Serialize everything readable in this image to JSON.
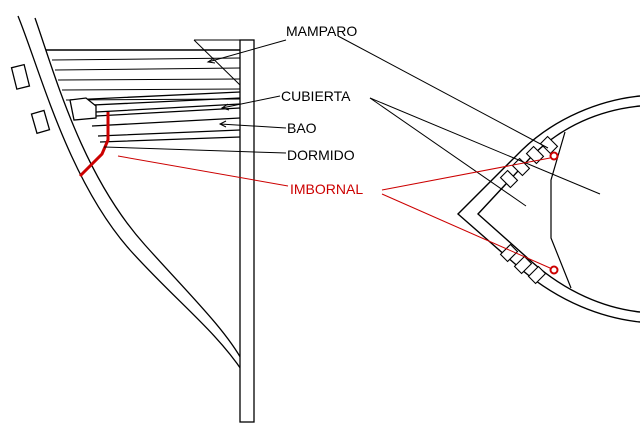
{
  "labels": {
    "mamparo": "MAMPARO",
    "cubierta": "CUBIERTA",
    "bao": "BAO",
    "dormido": "DORMIDO",
    "imbornal": "IMBORNAL"
  },
  "colors": {
    "line": "#000000",
    "highlight": "#cc0000",
    "background": "#ffffff"
  }
}
